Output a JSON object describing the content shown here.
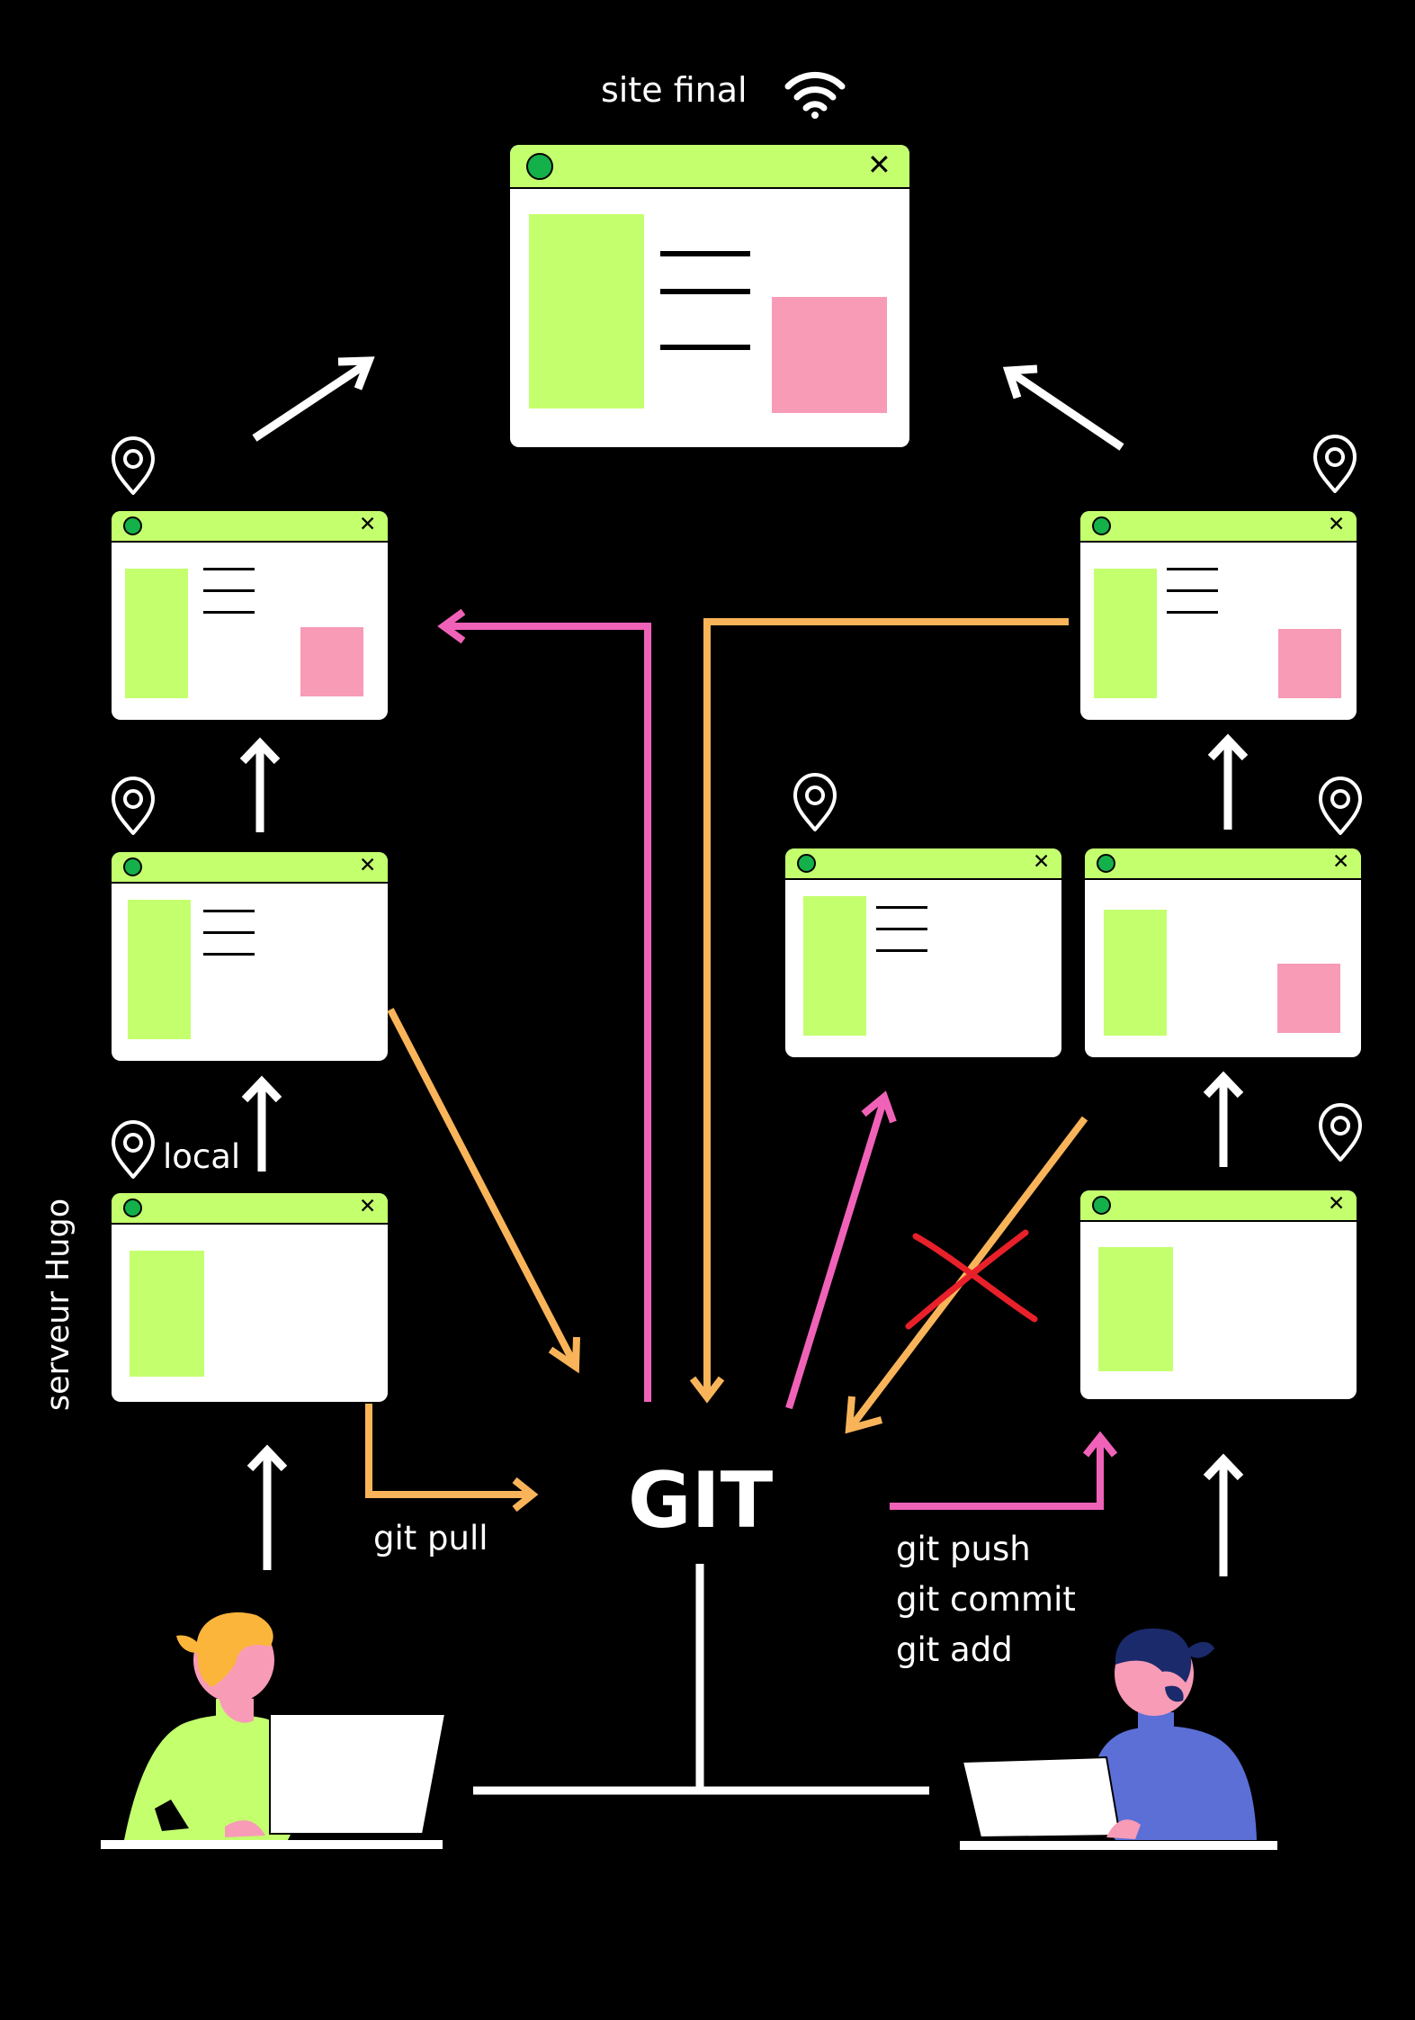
{
  "labels": {
    "site_final": "site final",
    "local": "local",
    "serveur_hugo": "serveur Hugo",
    "git": "GIT",
    "git_pull": "git pull",
    "git_push": "git push",
    "git_commit": "git commit",
    "git_add": "git add"
  },
  "colors": {
    "background": "#000000",
    "window_bar": "#c4ff6e",
    "window_dot": "#14b04a",
    "block_green": "#c4ff6e",
    "block_pink": "#f79bb7",
    "arrow_orange": "#f9b45a",
    "arrow_pink": "#f062b8",
    "arrow_white": "#ffffff",
    "cross_red": "#e8202a"
  },
  "icons": {
    "wifi": "wifi-icon",
    "location": "location-pin-icon",
    "close": "close-icon",
    "cross": "red-cross-mark"
  }
}
